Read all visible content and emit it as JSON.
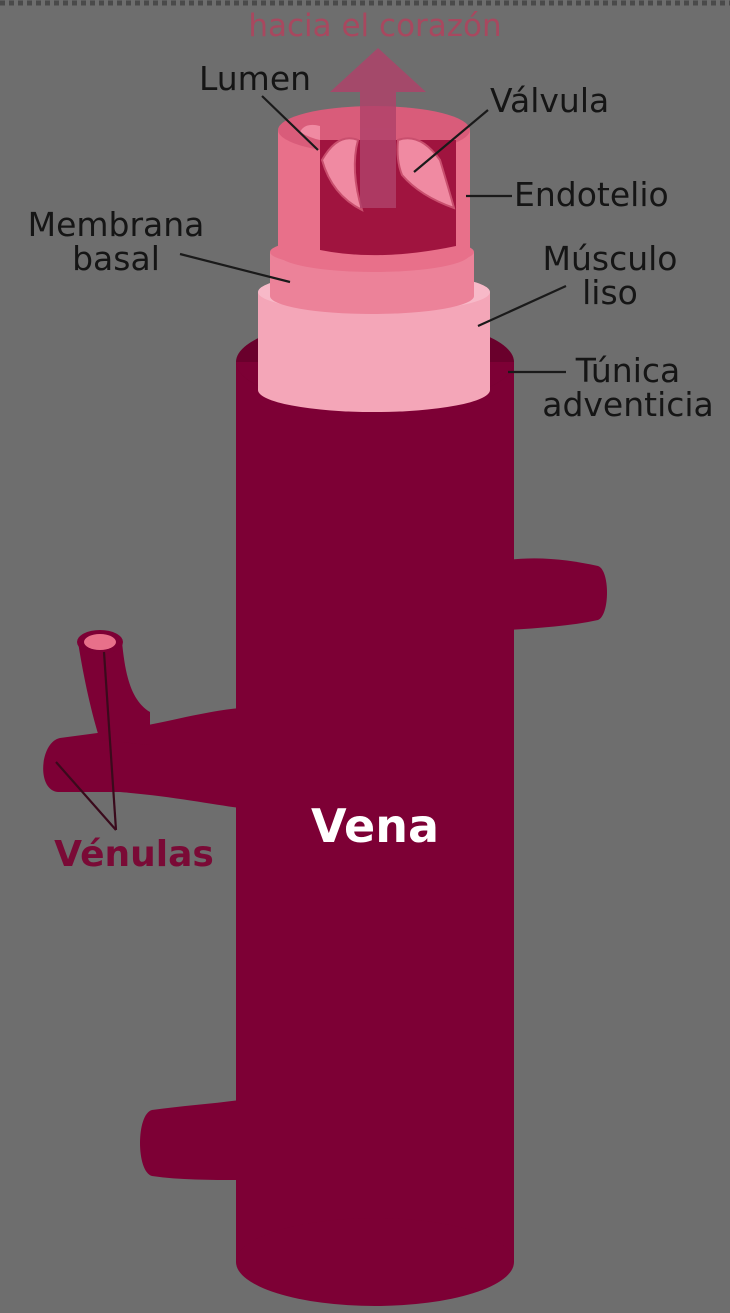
{
  "diagram": {
    "flow_label": "hacia el corazón",
    "vessel_label": "Vena",
    "branches_label": "Vénulas",
    "parts": {
      "lumen": "Lumen",
      "valve": "Válvula",
      "endothelium": "Endotelio",
      "basement_membrane": [
        "Membrana",
        "basal"
      ],
      "smooth_muscle": [
        "Músculo",
        "liso"
      ],
      "adventitia": [
        "Túnica",
        "adventicia"
      ]
    }
  },
  "colors": {
    "background": "#6e6e6e",
    "vein": "#7d0035",
    "endothelium": "#e8708a",
    "smooth_muscle": "#f4a6b8",
    "flow_arrow": "#b0426a"
  }
}
